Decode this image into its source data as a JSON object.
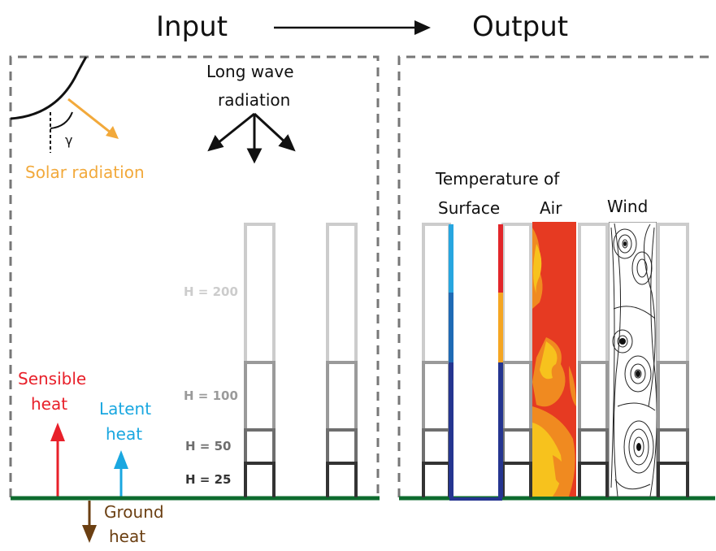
{
  "header": {
    "input": "Input",
    "output": "Output"
  },
  "input_panel": {
    "long_wave_line1": "Long wave",
    "long_wave_line2": "radiation",
    "gamma_symbol": "γ",
    "solar_radiation": "Solar radiation",
    "sensible_line1": "Sensible",
    "sensible_line2": "heat",
    "latent_line1": "Latent",
    "latent_line2": "heat",
    "ground_line1": "Ground",
    "ground_line2": "heat",
    "heights": [
      "H = 200",
      "H = 100",
      "H = 50",
      "H = 25"
    ]
  },
  "output_panel": {
    "temperature_of": "Temperature of",
    "surface": "Surface",
    "air": "Air",
    "wind": "Wind"
  },
  "colors": {
    "solar": "#f2a93b",
    "sensible": "#e8202a",
    "latent": "#1aa7e0",
    "ground": "#6b3f12",
    "ground_line": "#0d6b2e",
    "h200": "#cccccc",
    "h100": "#9a9a9a",
    "h50": "#6e6e6e",
    "h25": "#333333",
    "surface_blue_light": "#27a6e0",
    "surface_blue": "#1f6bb5",
    "surface_navy": "#253590",
    "surface_red": "#e2262a",
    "surface_orange": "#f5a623",
    "air_red": "#e63a22",
    "air_orange": "#f08a20",
    "air_yellow": "#f7c21d"
  }
}
